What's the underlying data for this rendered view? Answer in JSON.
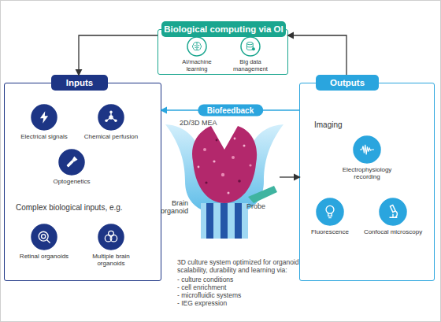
{
  "diagram": {
    "nodes": [
      {
        "text": [
          "Biological computing via OI"
        ]
      },
      {
        "text": [
          "AI/machine learning"
        ],
        "in": 0
      },
      {
        "text": [
          "Big data management"
        ],
        "in": 0
      },
      {
        "text": [
          "Inputs",
          "Complex biological inputs, e.g."
        ]
      },
      {
        "text": [
          "Electrical signals"
        ],
        "in": 3
      },
      {
        "text": [
          "Chemical perfusion"
        ],
        "in": 3
      },
      {
        "text": [
          "Optogenetics"
        ],
        "in": 3
      },
      {
        "text": [
          "Retinal organoids"
        ],
        "in": 3
      },
      {
        "text": [
          "Multiple brain organoids"
        ],
        "in": 3
      },
      {
        "text": [
          "Brain organoid"
        ]
      },
      {
        "text": [
          "Outputs",
          "Imaging"
        ]
      },
      {
        "text": [
          "Electrophysiology recording"
        ],
        "in": 10
      },
      {
        "text": [
          "Fluorescence"
        ],
        "in": 10
      },
      {
        "text": [
          "Confocal microscopy"
        ],
        "in": 10
      }
    ],
    "edges": [
      {
        "from": 10,
        "to": 0,
        "arrow": "to"
      },
      {
        "from": 0,
        "to": 3,
        "arrow": "to"
      },
      {
        "from": 10,
        "to": 3,
        "label": "Biofeedback",
        "arrow": "to"
      },
      {
        "from": 9,
        "to": 10,
        "arrow": "to"
      }
    ],
    "labels": [
      "2D/3D MEA",
      "Probe",
      "3D culture system optimized for organoid scalability, durability and learning via:",
      "- culture conditions",
      "- cell enrichment",
      "- microfluidic systems",
      "- IEG expression"
    ]
  }
}
